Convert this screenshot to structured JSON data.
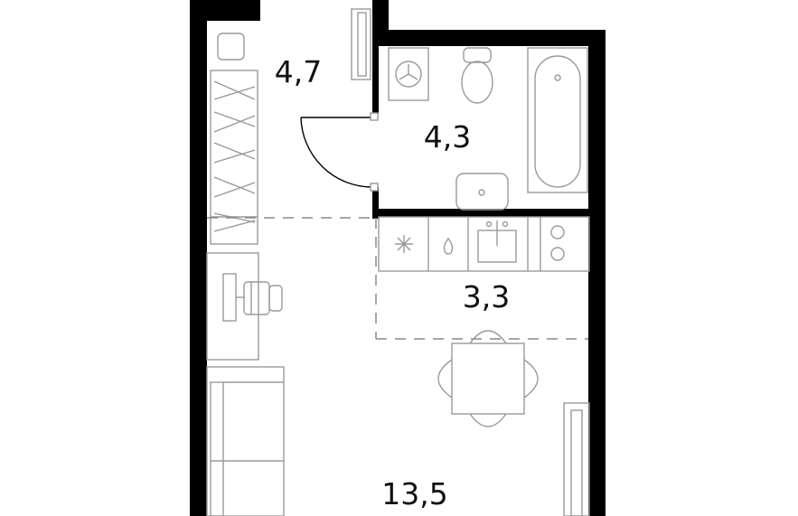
{
  "floorplan": {
    "rooms": [
      {
        "id": "hallway",
        "area": "4,7"
      },
      {
        "id": "bathroom",
        "area": "4,3"
      },
      {
        "id": "kitchen",
        "area": "3,3"
      },
      {
        "id": "living-room",
        "area": "13,5"
      }
    ],
    "colors": {
      "wall": "#000000",
      "furniture": "#9a9a9a",
      "label": "#111111",
      "background": "#ffffff"
    },
    "icons": [
      "washing-machine-icon",
      "toilet-icon",
      "bathtub-icon",
      "sink-icon",
      "stove-icon",
      "fridge-icon",
      "kitchen-sink-icon",
      "hob-icon",
      "desk-icon",
      "office-chair-icon",
      "sofa-icon",
      "dining-table-icon",
      "wardrobe-icon",
      "door-swing-icon"
    ]
  }
}
